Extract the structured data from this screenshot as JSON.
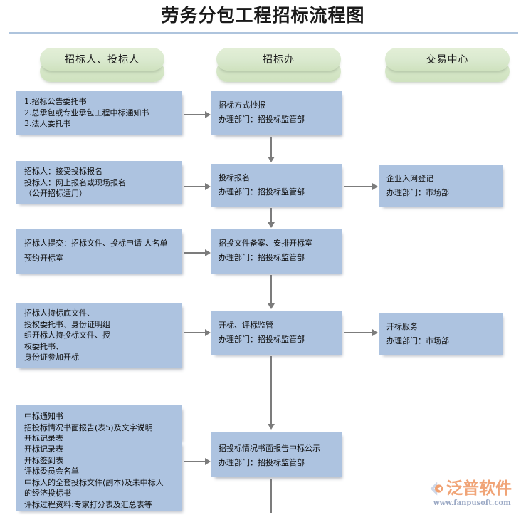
{
  "title": "劳务分包工程招标流程图",
  "columns": [
    {
      "id": "left",
      "label": "招标人、投标人"
    },
    {
      "id": "mid",
      "label": "招标办"
    },
    {
      "id": "right",
      "label": "交易中心"
    }
  ],
  "left_boxes": [
    {
      "name": "box-left-1",
      "text": "1.招标公告委托书\n2.总承包或专业承包工程中标通知书\n3.法人委托书"
    },
    {
      "name": "box-left-2",
      "text": "招标人：接受投标报名\n投标人：网上报名或现场报名\n（公开招标适用）"
    },
    {
      "name": "box-left-3",
      "text": "招标人提交：招标文件、投标申请 人名单\n预约开标室"
    },
    {
      "name": "box-left-4",
      "text": "招标人持标底文件、\n授权委托书、身份证明组\n织开标人持投标文件、授\n权委托书、\n身份证参加开标"
    },
    {
      "name": "box-left-5",
      "text": "中标通知书\n招投标情况书面报告(表5)及文字说明\n开标记录表"
    },
    {
      "name": "box-left-6",
      "text": "开标记录表\n开标签到表\n评标委员会名单\n中标人的全套投标文件(副本)及未中标人\n的经济投标书\n评标过程资料:专家打分表及汇总表等"
    }
  ],
  "mid_boxes": [
    {
      "name": "box-mid-1",
      "line1": "招标方式抄报",
      "line2": "办理部门：招投标监管部"
    },
    {
      "name": "box-mid-2",
      "line1": "投标报名",
      "line2": "办理部门：招投标监管部"
    },
    {
      "name": "box-mid-3",
      "line1": "招投文件备案、安排开标室",
      "line2": "办理部门：招投标监管部"
    },
    {
      "name": "box-mid-4",
      "line1": "开标、评标监管",
      "line2": "办理部门：招投标监管部"
    },
    {
      "name": "box-mid-5",
      "line1": "招投标情况书面报告中标公示",
      "line2": "办理部门：招投标监管部"
    }
  ],
  "right_boxes": [
    {
      "name": "box-right-1",
      "line1": "企业入网登记",
      "line2": "办理部门：市场部"
    },
    {
      "name": "box-right-2",
      "line1": "开标服务",
      "line2": "办理部门：市场部"
    }
  ],
  "watermark": {
    "brand": "泛普软件",
    "url": "www.fanpusoft.com"
  },
  "colors": {
    "box_fill": "#adc3e0",
    "pill_fill": "#dbead0",
    "rule": "#aec4dd",
    "connector": "#7c7c7c",
    "brand_orange": "#f0a070"
  }
}
